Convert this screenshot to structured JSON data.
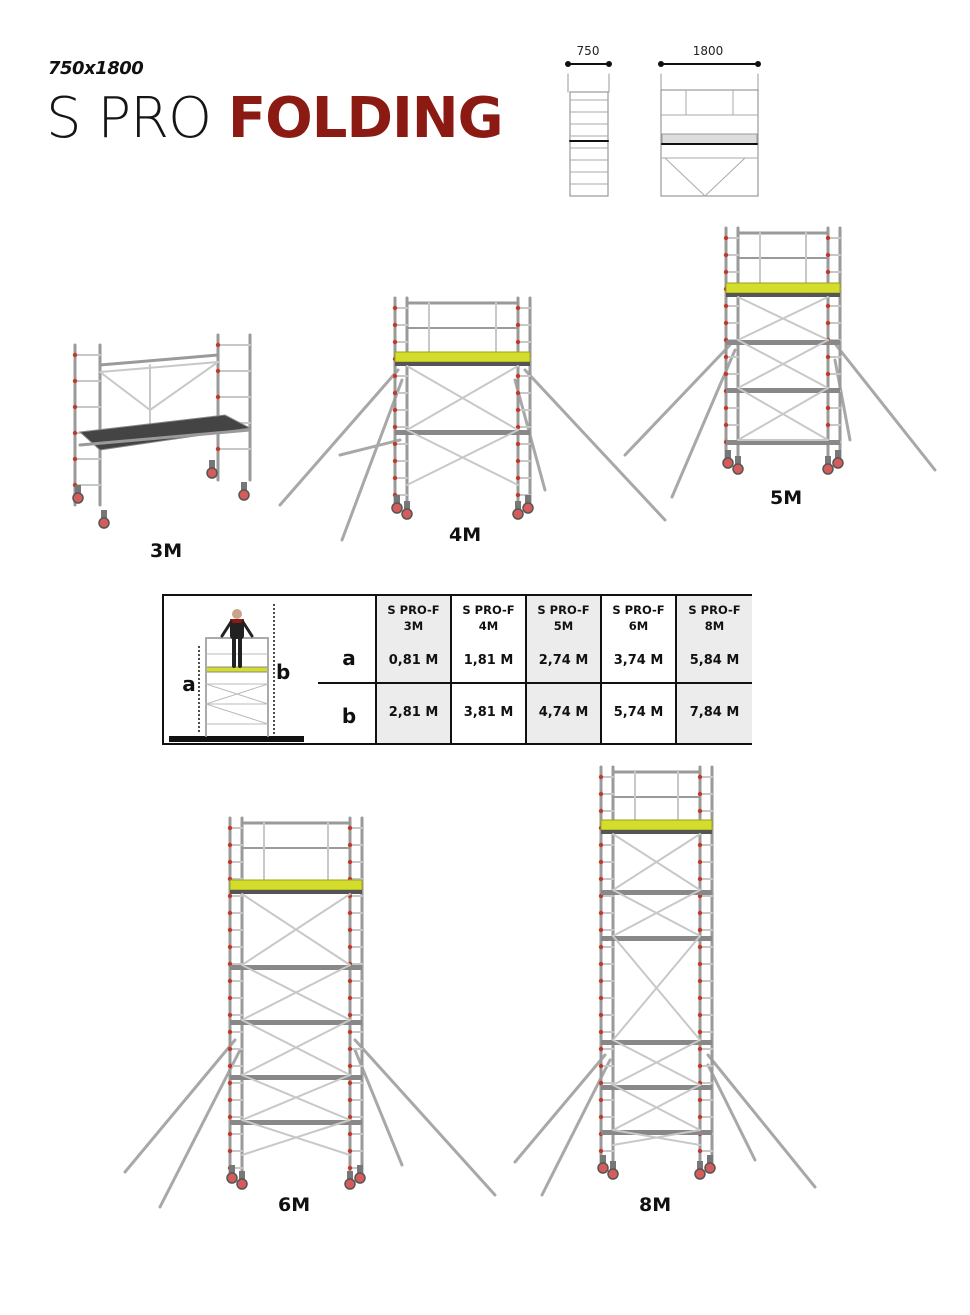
{
  "header": {
    "subtitle": "750x1800",
    "title_light": "S PRO",
    "title_bold": "FOLDING",
    "brand_color": "#8b1a13"
  },
  "dimensions": {
    "width_label": "750",
    "length_label": "1800"
  },
  "models": [
    {
      "label": "3M"
    },
    {
      "label": "4M"
    },
    {
      "label": "5M"
    },
    {
      "label": "6M"
    },
    {
      "label": "8M"
    }
  ],
  "spec_table": {
    "diagram_labels": {
      "a": "a",
      "b": "b"
    },
    "row_labels": [
      "a",
      "b"
    ],
    "columns": [
      {
        "name": "S PRO-F",
        "size": "3M",
        "a": "0,81 M",
        "b": "2,81 M",
        "shaded": true
      },
      {
        "name": "S PRO-F",
        "size": "4M",
        "a": "1,81 M",
        "b": "3,81 M",
        "shaded": false
      },
      {
        "name": "S PRO-F",
        "size": "5M",
        "a": "2,74 M",
        "b": "4,74 M",
        "shaded": true
      },
      {
        "name": "S PRO-F",
        "size": "6M",
        "a": "3,74 M",
        "b": "5,74 M",
        "shaded": false
      },
      {
        "name": "S PRO-F",
        "size": "8M",
        "a": "5,84 M",
        "b": "7,84 M",
        "shaded": true
      }
    ]
  }
}
